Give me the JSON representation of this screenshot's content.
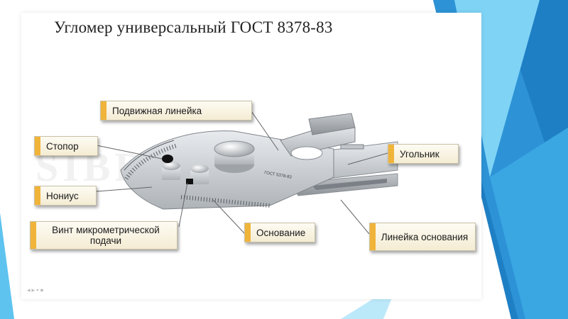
{
  "slide": {
    "title": "Угломер универсальный ГОСТ 8378-83",
    "watermark": "SIBDIS.RU"
  },
  "device": {
    "engraving": "ГОСТ 5378-83"
  },
  "callouts": {
    "movable_ruler": "Подвижная линейка",
    "stopper": "Стопор",
    "square": "Угольник",
    "vernier": "Нониус",
    "micrometer_screw": "Винт микрометрической подачи",
    "base": "Основание",
    "base_ruler": "Линейка основания"
  },
  "colors": {
    "accent_tab": "#f0b43a",
    "deco_blue_light": "#5fc3ef",
    "deco_blue_dark": "#1f7fc4"
  },
  "icons": [
    "back-icon",
    "forward-icon",
    "menu-icon",
    "zoom-icon"
  ]
}
